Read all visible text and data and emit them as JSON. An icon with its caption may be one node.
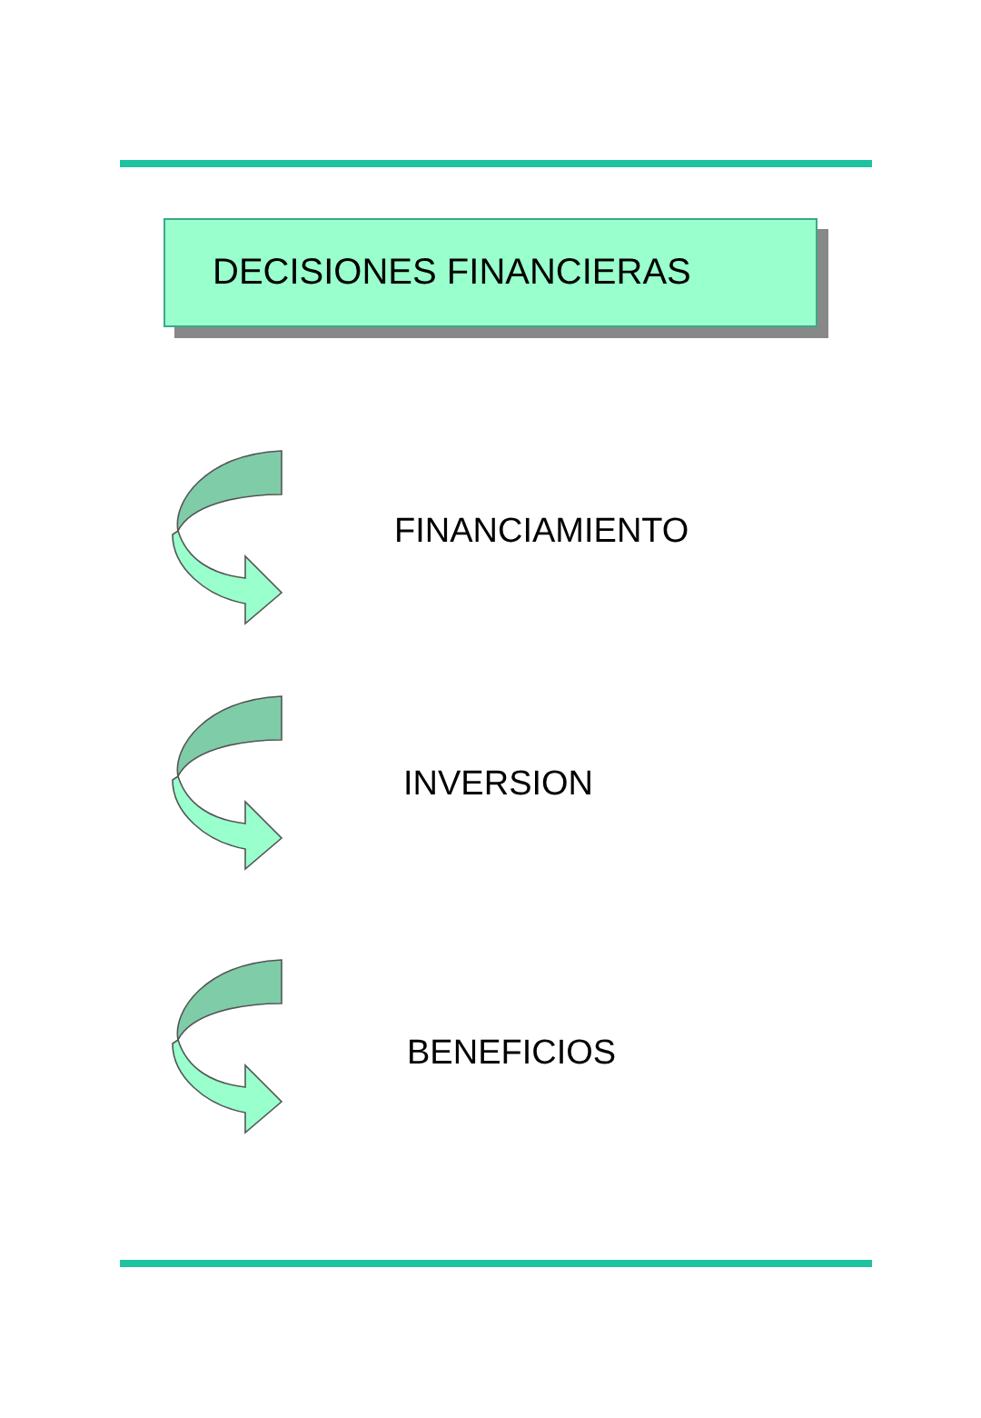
{
  "diagram": {
    "nodes": [
      {
        "text": [
          "DECISIONES FINANCIERAS"
        ]
      }
    ],
    "labels": [
      "FINANCIAMIENTO",
      "INVERSION",
      "BENEFICIOS"
    ]
  }
}
